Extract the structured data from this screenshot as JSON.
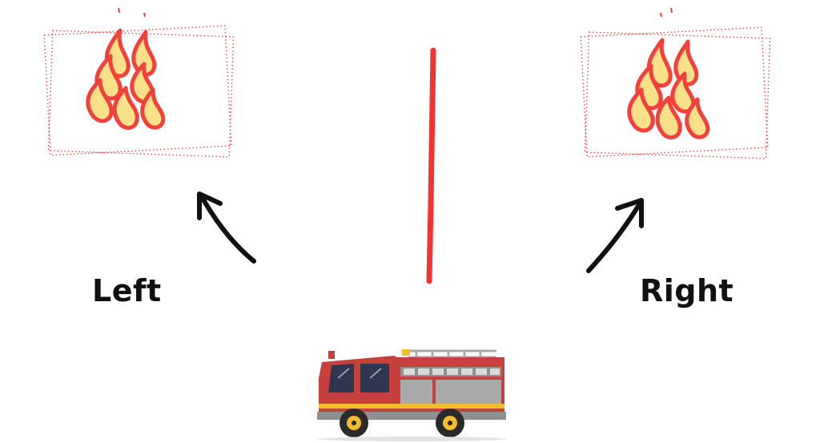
{
  "labels": {
    "left": "Left",
    "right": "Right"
  },
  "icons": {
    "left_fire": "fire-icon",
    "right_fire": "fire-icon",
    "left_arrow": "arrow-up-left-icon",
    "right_arrow": "arrow-up-right-icon",
    "divider": "red-divider-line",
    "truck": "fire-truck-icon"
  },
  "colors": {
    "divider": "#f03434",
    "frame": "#e24a4a",
    "flame_outer": "#f2403b",
    "flame_inner": "#fbe08a",
    "arrow": "#111111",
    "truck_red": "#c8403c",
    "truck_gray": "#a9a9a9",
    "truck_stripe": "#f3bd2b"
  }
}
